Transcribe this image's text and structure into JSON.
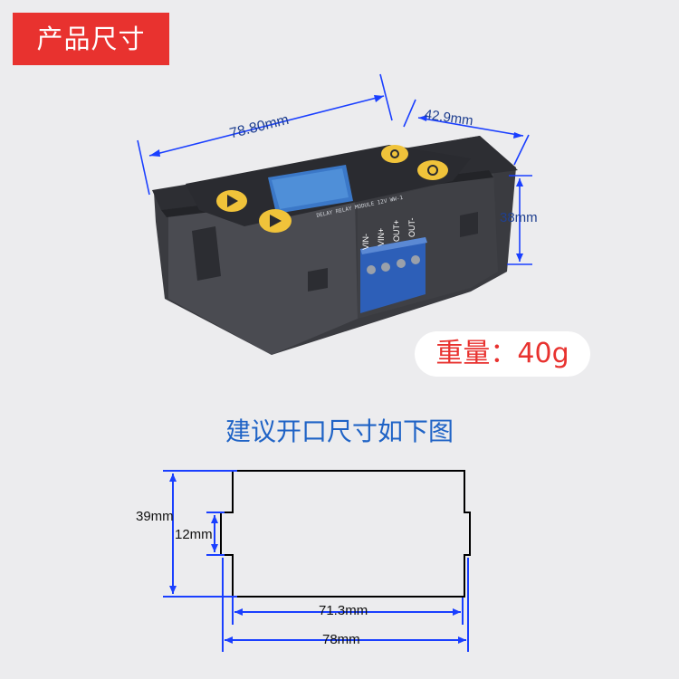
{
  "header": {
    "title": "产品尺寸"
  },
  "product": {
    "dim_width": "78.80mm",
    "dim_depth": "42.9mm",
    "dim_height": "38mm",
    "weight": "重量：40g",
    "panel_label": "DELAY RELAY MODULE 12V WW-1",
    "terminal_labels": [
      "VIN-",
      "VIN+",
      "OUT+",
      "OUT-"
    ]
  },
  "cutout": {
    "title": "建议开口尺寸如下图",
    "height_label": "39mm",
    "notch_label": "12mm",
    "inner_width_label": "71.3mm",
    "outer_width_label": "78mm"
  },
  "colors": {
    "accent_red": "#e8322f",
    "title_blue": "#1f63c6",
    "dimension_blue": "#1a3fff"
  }
}
